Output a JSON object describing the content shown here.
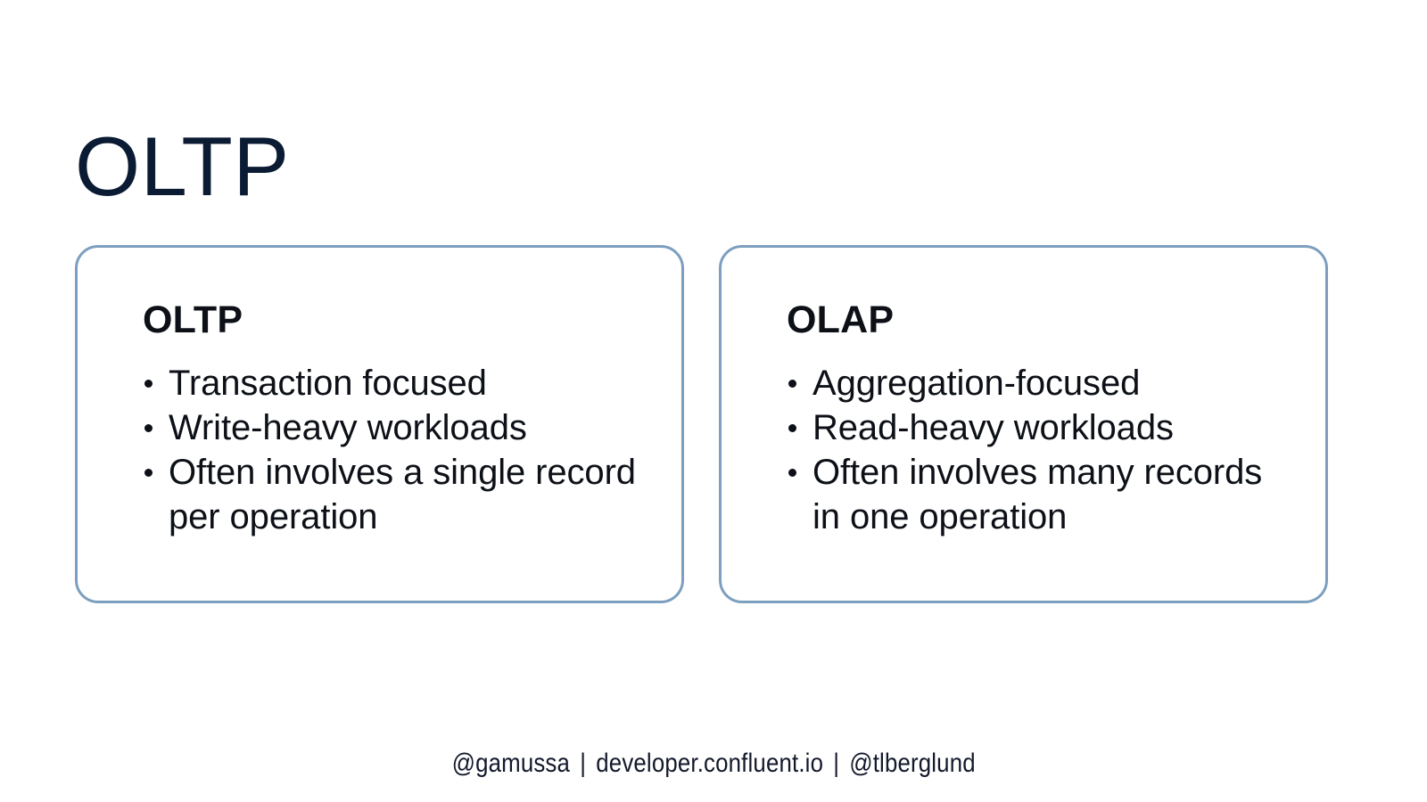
{
  "slide": {
    "title": "OLTP",
    "background_color": "#ffffff",
    "title_color": "#0b1b33"
  },
  "cards": [
    {
      "id": "oltp",
      "heading": "OLTP",
      "border_color": "#7c9fbf",
      "text_color": "#0d1117",
      "bullets": [
        "Transaction focused",
        "Write-heavy workloads",
        "Often involves a single record per operation"
      ]
    },
    {
      "id": "olap",
      "heading": "OLAP",
      "border_color": "#7c9fbf",
      "text_color": "#0d1117",
      "bullets": [
        "Aggregation-focused",
        "Read-heavy workloads",
        "Often involves many records in one operation"
      ]
    }
  ],
  "footer": {
    "handle_left": "@gamussa",
    "separator_1": "|",
    "site": "developer.confluent.io",
    "separator_2": "|",
    "handle_right": "@tlberglund",
    "text_color": "#13182b"
  }
}
